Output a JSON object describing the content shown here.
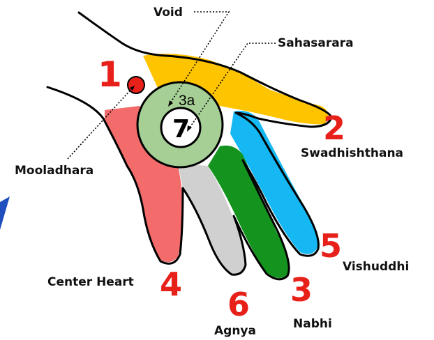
{
  "colors": {
    "accent_red": "#e8201a",
    "thumb": "#ffc400",
    "index": "#15b8f2",
    "middle": "#14931e",
    "ring": "#d0d0d0",
    "little": "#f36b6b",
    "circle_outer": "#a6cf96",
    "pointer_blue": "#1f4fbf"
  },
  "numbers": {
    "mooladhara": "1",
    "swadhishthana": "2",
    "nabhi": "3",
    "center_heart": "4",
    "vishuddhi": "5",
    "agnya": "6",
    "sahasrara_center": "7",
    "void_ring": "3a"
  },
  "labels": {
    "void": "Void",
    "sahasrara": "Sahasarara",
    "mooladhara": "Mooladhara",
    "swadhishthana": "Swadhishthana",
    "vishuddhi": "Vishuddhi",
    "center_heart": "Center Heart",
    "agnya": "Agnya",
    "nabhi": "Nabhi"
  }
}
